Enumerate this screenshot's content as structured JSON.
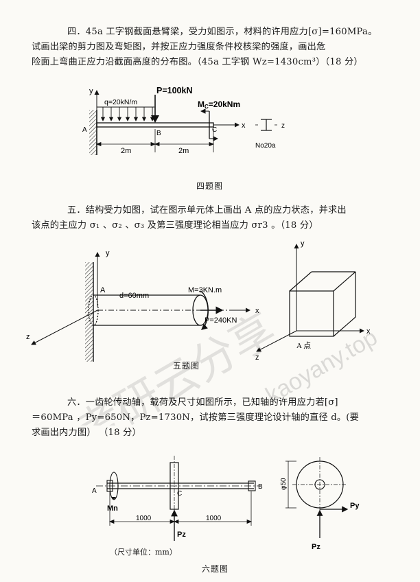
{
  "q4": {
    "line1": "四．45a 工字钢截面悬臂梁，受力如图示，材料的许用应力[σ]=160MPa。",
    "line2": "试画出梁的剪力图及弯矩图，并按正应力强度条件校核梁的强度，画出危",
    "line3": "险面上弯曲正应力沿截面高度的分布图。（45a 工字钢 Wz=1430cm³）（18 分）",
    "caption": "四题图",
    "fig": {
      "y": "y",
      "x": "x",
      "z": "z",
      "P": "P=100kN",
      "q": "q=20kN/m",
      "M": "M",
      "Msub": "C",
      "Mval": "=20kNm",
      "A": "A",
      "B": "B",
      "C": "C",
      "d1": "2m",
      "d2": "2m",
      "section": "No20a"
    }
  },
  "q5": {
    "line1": "五．结构受力如图，试在图示单元体上画出 A 点的应力状态，并求出",
    "line2": "该点的主应力 σ₁ 、σ₂ 、σ₃ 及第三强度理论相当应力 σr3 。（18 分）",
    "caption": "五题图",
    "fig": {
      "y": "y",
      "x": "x",
      "z": "z",
      "A": "A",
      "d": "d=60mm",
      "M": "M=3KN.m",
      "P": "P=240KN",
      "y2": "y",
      "x2": "x",
      "z2": "z",
      "A2": "A 点"
    }
  },
  "q6": {
    "line1": "六．一齿轮传动轴，载荷及尺寸如图所示，已知轴的许用应力若[σ]",
    "line2": "＝60MPa ，Py=650N，Pz=1730N，试按第三强度理论设计轴的直径 d。(要",
    "line3": "求画出内力图） （18 分）",
    "unit": "（尺寸单位：mm）",
    "caption": "六题图",
    "fig": {
      "A": "A",
      "B": "B",
      "C": "C",
      "Mn": "Mn",
      "d1": "1000",
      "d2": "1000",
      "Pz": "Pz",
      "phi": "φ50",
      "Py": "Py",
      "Pz2": "Pz"
    }
  },
  "watermark": {
    "text": "考研云分享",
    "url": "kaoyany.top"
  }
}
